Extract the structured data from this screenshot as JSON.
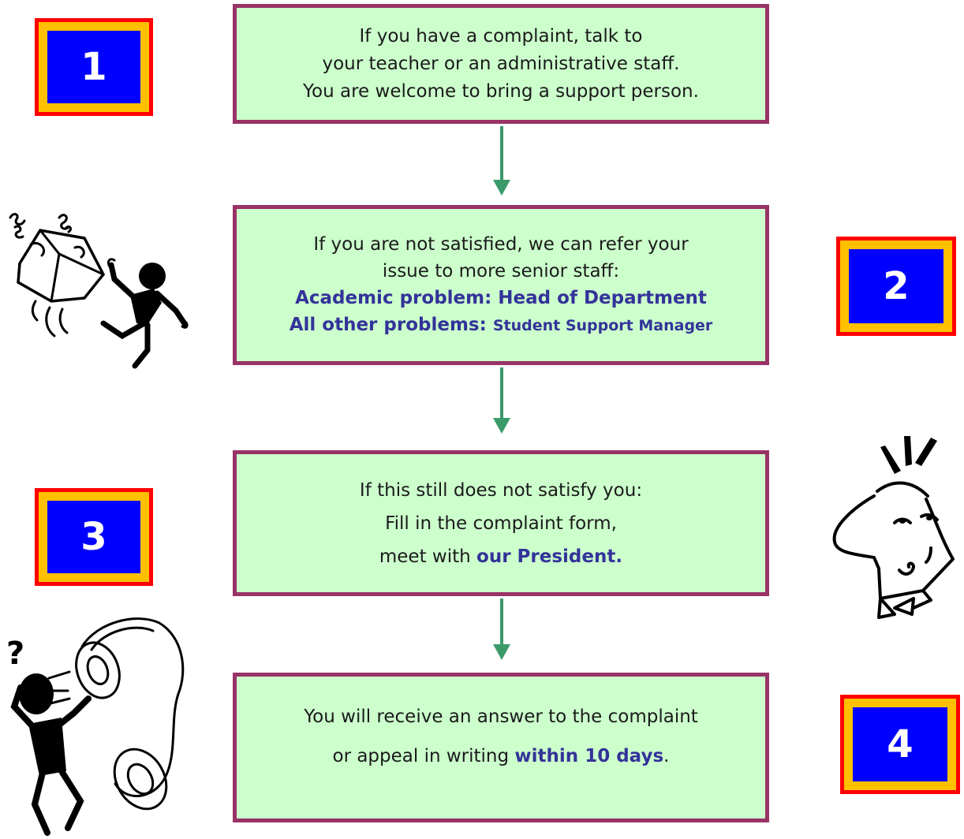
{
  "colors": {
    "box_fill": "#ccffcc",
    "box_border": "#993366",
    "arrow": "#3a9a6a",
    "highlight_text": "#333399",
    "badge_outer": "#ff0000",
    "badge_middle": "#ffc000",
    "badge_inner": "#0000ff"
  },
  "badges": [
    "1",
    "2",
    "3",
    "4"
  ],
  "steps": [
    {
      "line1": "If you have a complaint, talk to",
      "line2": "your teacher or an administrative staff.",
      "line3": "You are welcome to bring a support person."
    },
    {
      "line1": "If you are not satisfied, we can refer your",
      "line2": "issue to more senior staff:",
      "line3": "Academic problem: Head of Department",
      "line4_prefix": "All other problems: ",
      "line4_suffix": "Student Support Manager"
    },
    {
      "line1": "If this still does not satisfy you:",
      "line2": "Fill in the complaint form,",
      "line3_prefix": "meet with ",
      "line3_highlight": "our President."
    },
    {
      "line1": "You will receive an answer to the complaint",
      "line2_prefix": "or appeal in writing ",
      "line2_highlight": "within 10 days",
      "line2_suffix": "."
    }
  ],
  "cliparts": [
    "stick-figure-kicking-box",
    "angry-man-face",
    "stick-figure-with-phone"
  ]
}
